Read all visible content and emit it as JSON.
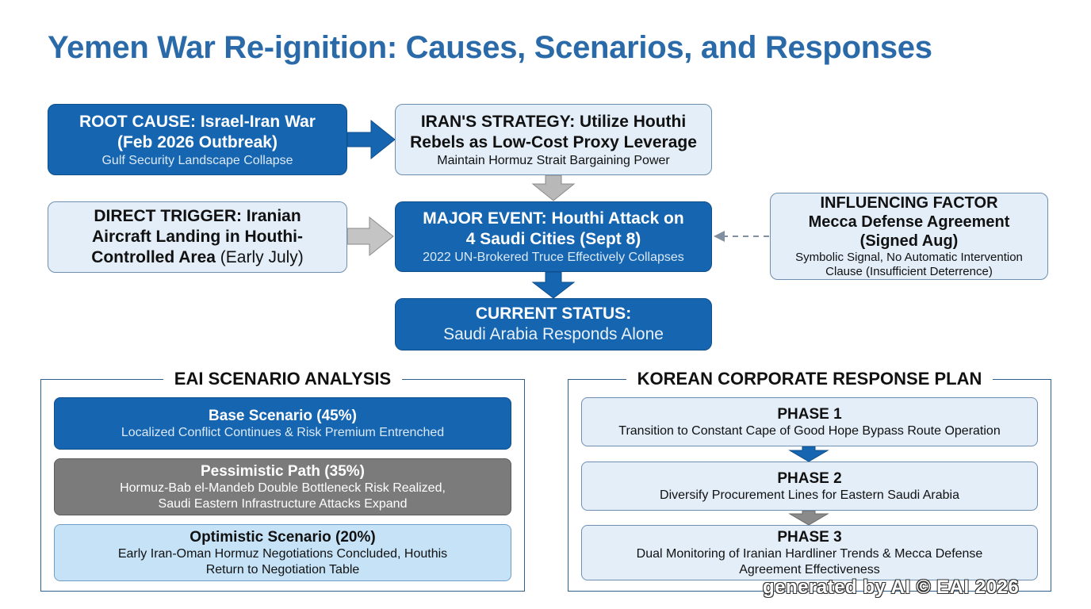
{
  "title": "Yemen War Re-ignition: Causes, Scenarios, and Responses",
  "flow": {
    "root_cause": {
      "head1": "ROOT CAUSE: Israel-Iran War",
      "head2": "(Feb 2026 Outbreak)",
      "sub": "Gulf Security Landscape Collapse"
    },
    "iran_strategy": {
      "head1": "IRAN'S STRATEGY: Utilize Houthi",
      "head2": "Rebels as Low-Cost Proxy Leverage",
      "sub": "Maintain Hormuz Strait Bargaining Power"
    },
    "direct_trigger": {
      "head1": "DIRECT TRIGGER: Iranian",
      "head2": "Aircraft Landing in Houthi-",
      "head3": "Controlled Area",
      "head3_suffix": " (Early July)"
    },
    "major_event": {
      "head1": "MAJOR EVENT: Houthi Attack on",
      "head2": "4 Saudi Cities (Sept 8)",
      "sub": "2022 UN-Brokered Truce Effectively Collapses"
    },
    "influencing_factor": {
      "head1": "INFLUENCING FACTOR",
      "head2": "Mecca Defense Agreement",
      "head3": "(Signed Aug)",
      "sub1": "Symbolic Signal, No Automatic Intervention",
      "sub2": "Clause (Insufficient Deterrence)"
    },
    "current_status": {
      "head": "CURRENT STATUS:",
      "sub": "Saudi Arabia Responds Alone"
    }
  },
  "scenario_panel": {
    "title": "EAI SCENARIO ANALYSIS",
    "base": {
      "head": "Base Scenario (45%)",
      "sub1": "Localized Conflict Continues & Risk Premium Entrenched"
    },
    "pessimistic": {
      "head": "Pessimistic Path (35%)",
      "sub1": "Hormuz-Bab el-Mandeb Double Bottleneck Risk Realized,",
      "sub2": "Saudi Eastern Infrastructure Attacks Expand"
    },
    "optimistic": {
      "head": "Optimistic Scenario (20%)",
      "sub1": "Early Iran-Oman Hormuz Negotiations Concluded, Houthis",
      "sub2": "Return to Negotiation Table"
    }
  },
  "response_panel": {
    "title": "KOREAN CORPORATE RESPONSE PLAN",
    "phase1": {
      "head": "PHASE 1",
      "sub1": "Transition to Constant Cape of Good Hope Bypass Route Operation"
    },
    "phase2": {
      "head": "PHASE 2",
      "sub1": "Diversify Procurement Lines for Eastern Saudi Arabia"
    },
    "phase3": {
      "head": "PHASE 3",
      "sub1": "Dual Monitoring of Iranian Hardliner Trends & Mecca Defense",
      "sub2": "Agreement Effectiveness"
    }
  },
  "watermark": "generated by AI © EAI 2026",
  "colors": {
    "title": "#2a6aa8",
    "dark_box": "#1565b0",
    "light_box": "#e3eef8",
    "grey_box": "#7b7b7b",
    "pale_box": "#c6e2f7",
    "arrow_grey": "#b8b8b8"
  }
}
